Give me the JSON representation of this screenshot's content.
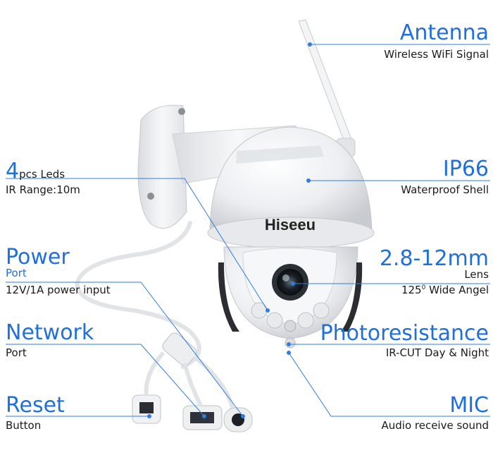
{
  "colors": {
    "accent": "#1f6fdc",
    "line": "#2f7de0",
    "body": "#eef0f2",
    "dark": "#1a1a1a"
  },
  "brand": "Hiseeu",
  "labels": {
    "antenna": {
      "title": "Antenna",
      "sub": "Wireless WiFi Signal"
    },
    "leds": {
      "count": "4",
      "title_rest": "pcs Leds",
      "sub": "IR Range:10m"
    },
    "ip66": {
      "title": "IP66",
      "sub": "Waterproof Shell"
    },
    "power": {
      "title": "Power",
      "port": "Port",
      "sub": "12V/1A power input"
    },
    "lens": {
      "title": "2.8-12mm",
      "sub": "Lens",
      "angle_pre": "125",
      "angle_sup": "0",
      "angle_post": " Wide Angel"
    },
    "network": {
      "title": "Network",
      "sub": "Port"
    },
    "photo": {
      "title": "Photoresistance",
      "sub": "IR-CUT Day & Night"
    },
    "reset": {
      "title": "Reset",
      "sub": "Button"
    },
    "mic": {
      "title": "MIC",
      "sub": "Audio receive sound"
    }
  }
}
